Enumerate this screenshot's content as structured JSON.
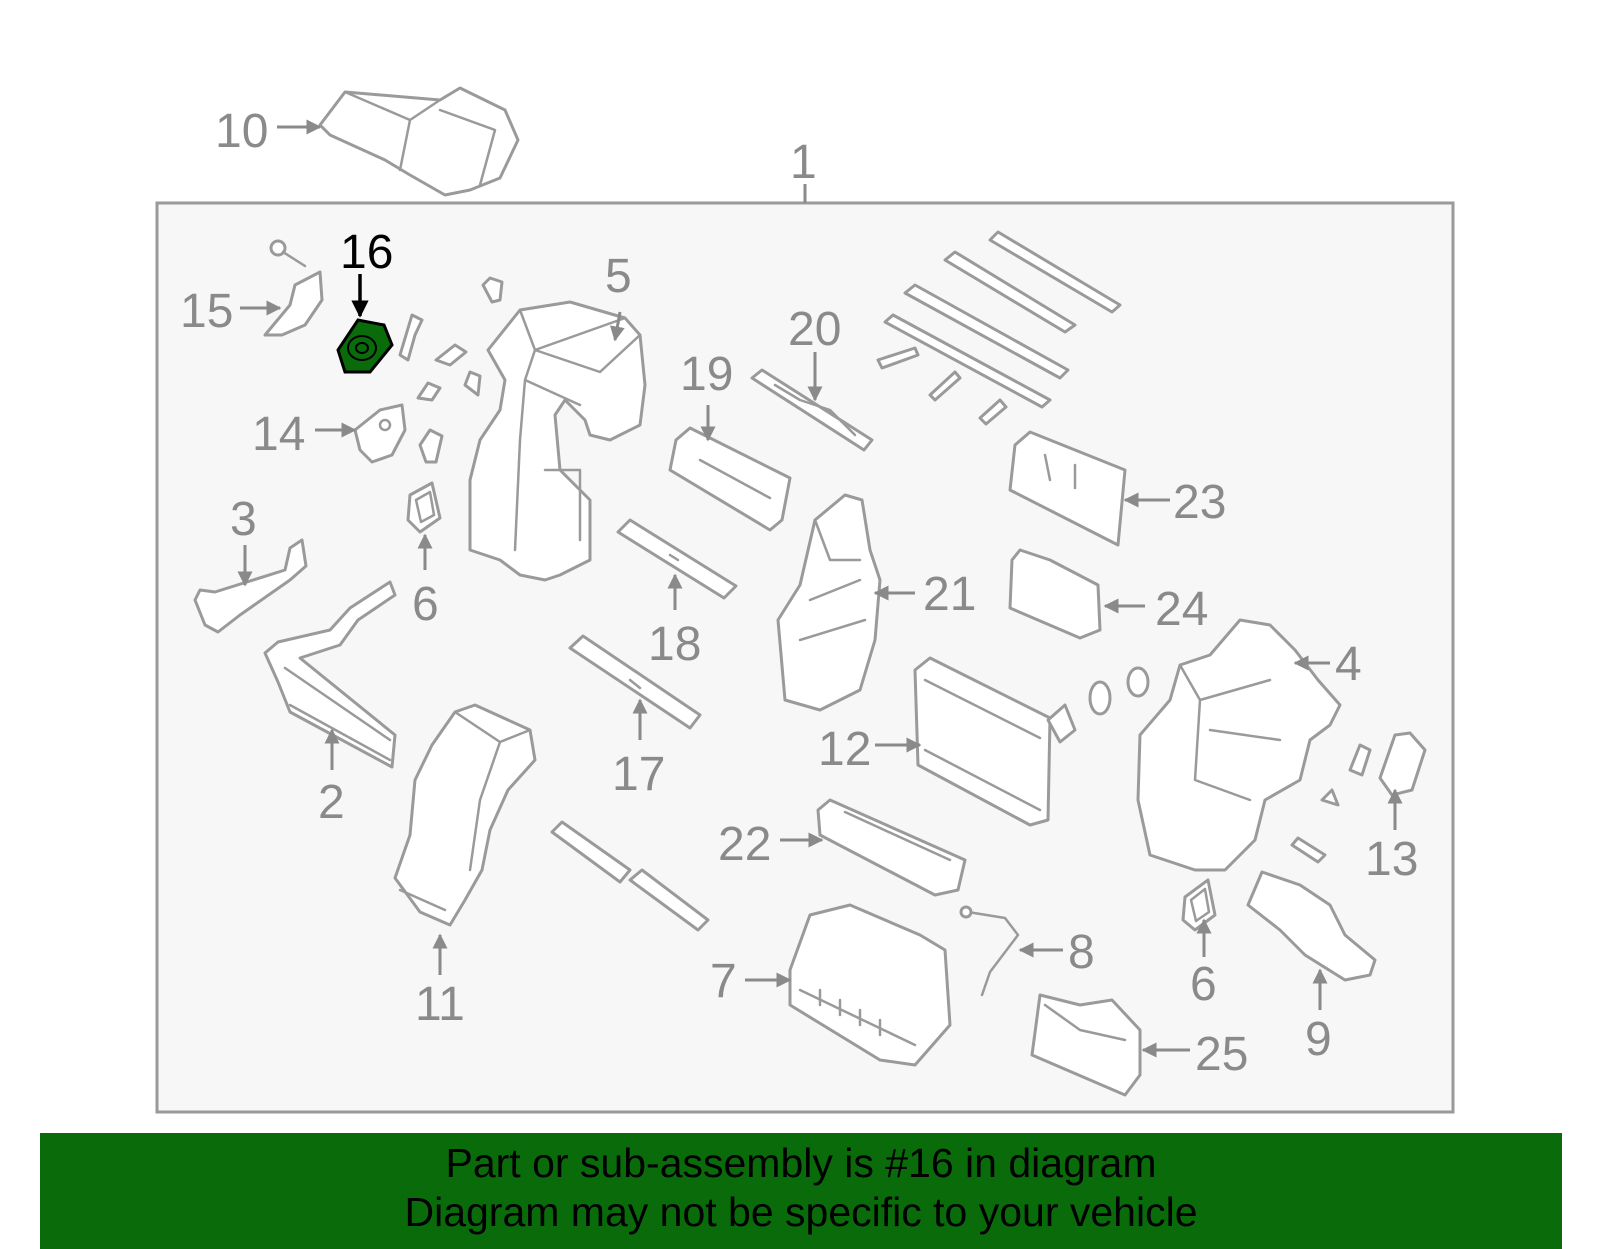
{
  "diagram": {
    "highlight_color": "#0a6b0a",
    "highlighted_part": "16",
    "callouts": {
      "c1": "1",
      "c2": "2",
      "c3": "3",
      "c4": "4",
      "c5": "5",
      "c6a": "6",
      "c6b": "6",
      "c7": "7",
      "c8": "8",
      "c9": "9",
      "c10": "10",
      "c11": "11",
      "c12": "12",
      "c13": "13",
      "c14": "14",
      "c15": "15",
      "c16": "16",
      "c17": "17",
      "c18": "18",
      "c19": "19",
      "c20": "20",
      "c21": "21",
      "c22": "22",
      "c23": "23",
      "c24": "24",
      "c25": "25"
    }
  },
  "banner": {
    "background": "#0a6b0a",
    "line1": "Part or sub-assembly is #16 in diagram",
    "line2": "Diagram may not be specific to your vehicle"
  }
}
